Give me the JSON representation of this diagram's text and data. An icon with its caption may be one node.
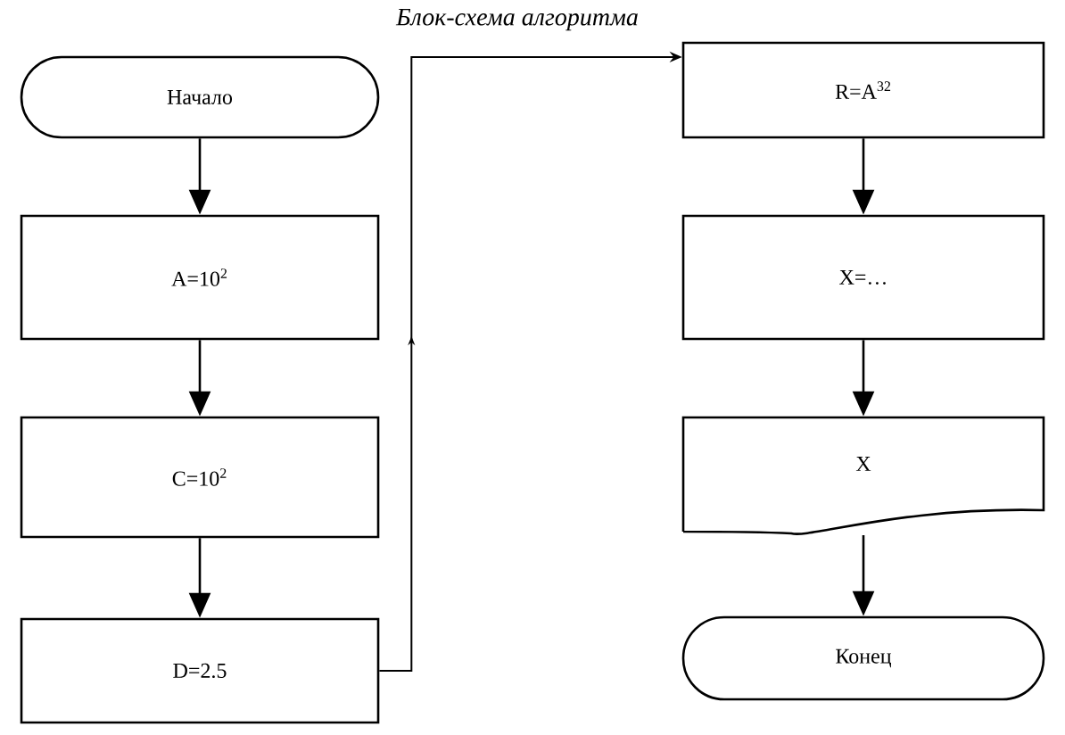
{
  "diagram": {
    "title": "Блок-схема алгоритма",
    "nodes": [
      {
        "text": [
          "Начало"
        ]
      },
      {
        "text": [
          "A=10$^{2}$"
        ]
      },
      {
        "text": [
          "C=10$^{2}$"
        ]
      },
      {
        "text": [
          "D=2.5"
        ]
      },
      {
        "text": [
          "R=A$^{32}$"
        ]
      },
      {
        "text": [
          "X=…"
        ]
      },
      {
        "text": [
          "X"
        ]
      },
      {
        "text": [
          "Конец"
        ]
      }
    ],
    "edges": [
      {
        "from": 0,
        "to": 1,
        "arrow": "to"
      },
      {
        "from": 1,
        "to": 2,
        "arrow": "to"
      },
      {
        "from": 2,
        "to": 3,
        "arrow": "to"
      },
      {
        "from": 3,
        "to": 4,
        "arrow": "to"
      },
      {
        "from": 4,
        "to": 5,
        "arrow": "to"
      },
      {
        "from": 5,
        "to": 6,
        "arrow": "to"
      },
      {
        "from": 6,
        "to": 7,
        "arrow": "to"
      }
    ]
  }
}
